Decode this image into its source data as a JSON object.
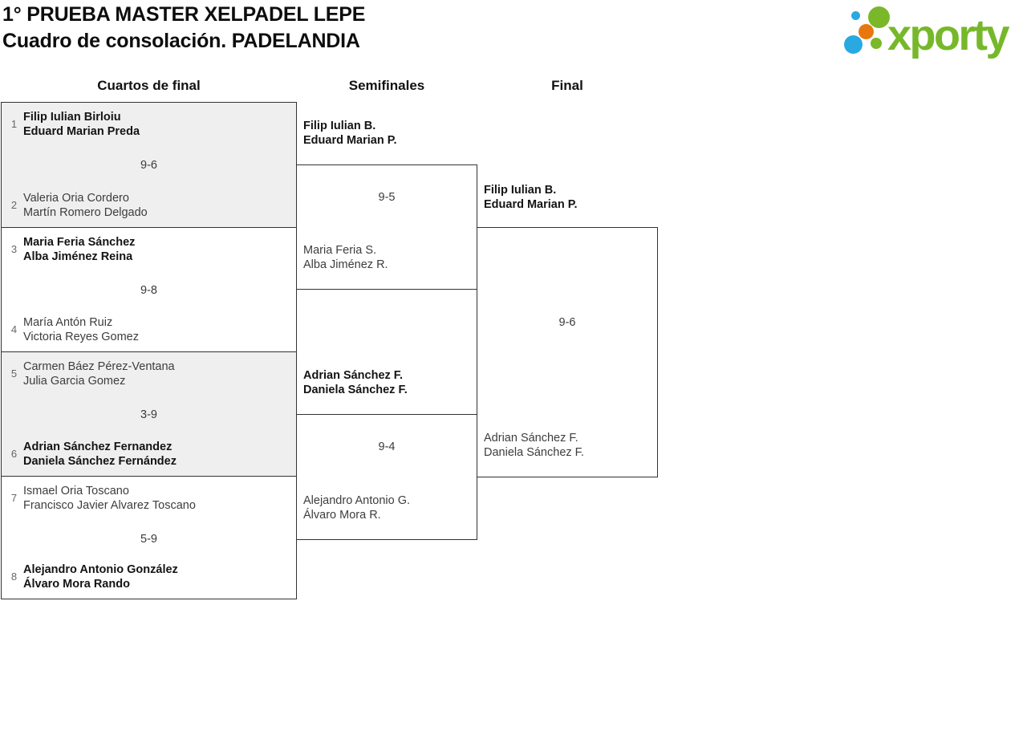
{
  "header": {
    "title_line1": "1° PRUEBA MASTER XELPADEL LEPE",
    "title_line2": "Cuadro de consolación. PADELANDIA",
    "logo_text": "xporty"
  },
  "colors": {
    "logo_green": "#76b82a",
    "logo_blue": "#29a9e1",
    "logo_orange": "#e8780e",
    "match_shaded_bg": "#efefef",
    "border": "#323232"
  },
  "bracket": {
    "round_headers": [
      "Cuartos de final",
      "Semifinales",
      "Final"
    ],
    "quarterfinals": [
      {
        "shaded": true,
        "score": "9-6",
        "top": {
          "seed": "1",
          "line1": "Filip Iulian Birloiu",
          "line2": "Eduard Marian Preda",
          "winner": true
        },
        "bottom": {
          "seed": "2",
          "line1": "Valeria Oria Cordero",
          "line2": "Martín Romero Delgado",
          "winner": false
        }
      },
      {
        "shaded": false,
        "score": "9-8",
        "top": {
          "seed": "3",
          "line1": "Maria Feria Sánchez",
          "line2": "Alba Jiménez Reina",
          "winner": true
        },
        "bottom": {
          "seed": "4",
          "line1": "María Antón Ruiz",
          "line2": "Victoria Reyes Gomez",
          "winner": false
        }
      },
      {
        "shaded": true,
        "score": "3-9",
        "top": {
          "seed": "5",
          "line1": "Carmen Báez Pérez-Ventana",
          "line2": "Julia Garcia Gomez",
          "winner": false
        },
        "bottom": {
          "seed": "6",
          "line1": "Adrian Sánchez Fernandez",
          "line2": "Daniela Sánchez Fernández",
          "winner": true
        }
      },
      {
        "shaded": false,
        "score": "5-9",
        "top": {
          "seed": "7",
          "line1": "Ismael Oria Toscano",
          "line2": "Francisco Javier Alvarez Toscano",
          "winner": false
        },
        "bottom": {
          "seed": "8",
          "line1": "Alejandro Antonio González",
          "line2": "Álvaro Mora Rando",
          "winner": true
        }
      }
    ],
    "semifinals": [
      {
        "score": "9-5",
        "top": {
          "line1": "Filip Iulian B.",
          "line2": "Eduard Marian P.",
          "winner": true
        },
        "bottom": {
          "line1": "Maria Feria S.",
          "line2": "Alba Jiménez R.",
          "winner": false
        }
      },
      {
        "score": "9-4",
        "top": {
          "line1": "Adrian Sánchez F.",
          "line2": "Daniela Sánchez F.",
          "winner": true
        },
        "bottom": {
          "line1": "Alejandro Antonio G.",
          "line2": "Álvaro Mora R.",
          "winner": false
        }
      }
    ],
    "final": {
      "score": "9-6",
      "top": {
        "line1": "Filip Iulian B.",
        "line2": "Eduard Marian P.",
        "winner": true
      },
      "bottom": {
        "line1": "Adrian Sánchez F.",
        "line2": "Daniela Sánchez F.",
        "winner": false
      }
    }
  }
}
